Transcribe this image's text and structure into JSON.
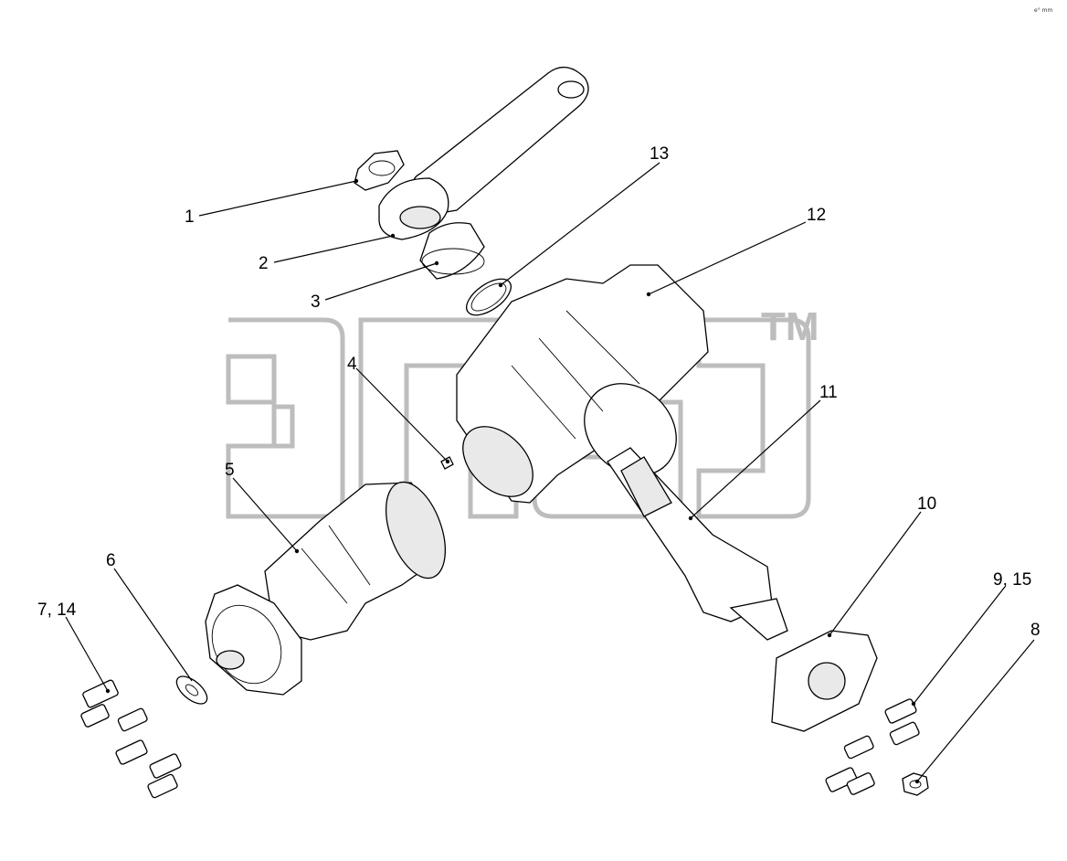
{
  "watermark": {
    "trademark": "TM"
  },
  "corner_note": "e° mm",
  "callouts": [
    {
      "id": "c1",
      "text": "1"
    },
    {
      "id": "c2",
      "text": "2"
    },
    {
      "id": "c3",
      "text": "3"
    },
    {
      "id": "c4",
      "text": "4"
    },
    {
      "id": "c5",
      "text": "5"
    },
    {
      "id": "c6",
      "text": "6"
    },
    {
      "id": "c714",
      "text": "7, 14"
    },
    {
      "id": "c8",
      "text": "8"
    },
    {
      "id": "c915",
      "text": "9, 15"
    },
    {
      "id": "c10",
      "text": "10"
    },
    {
      "id": "c11",
      "text": "11"
    },
    {
      "id": "c12",
      "text": "12"
    },
    {
      "id": "c13",
      "text": "13"
    }
  ]
}
